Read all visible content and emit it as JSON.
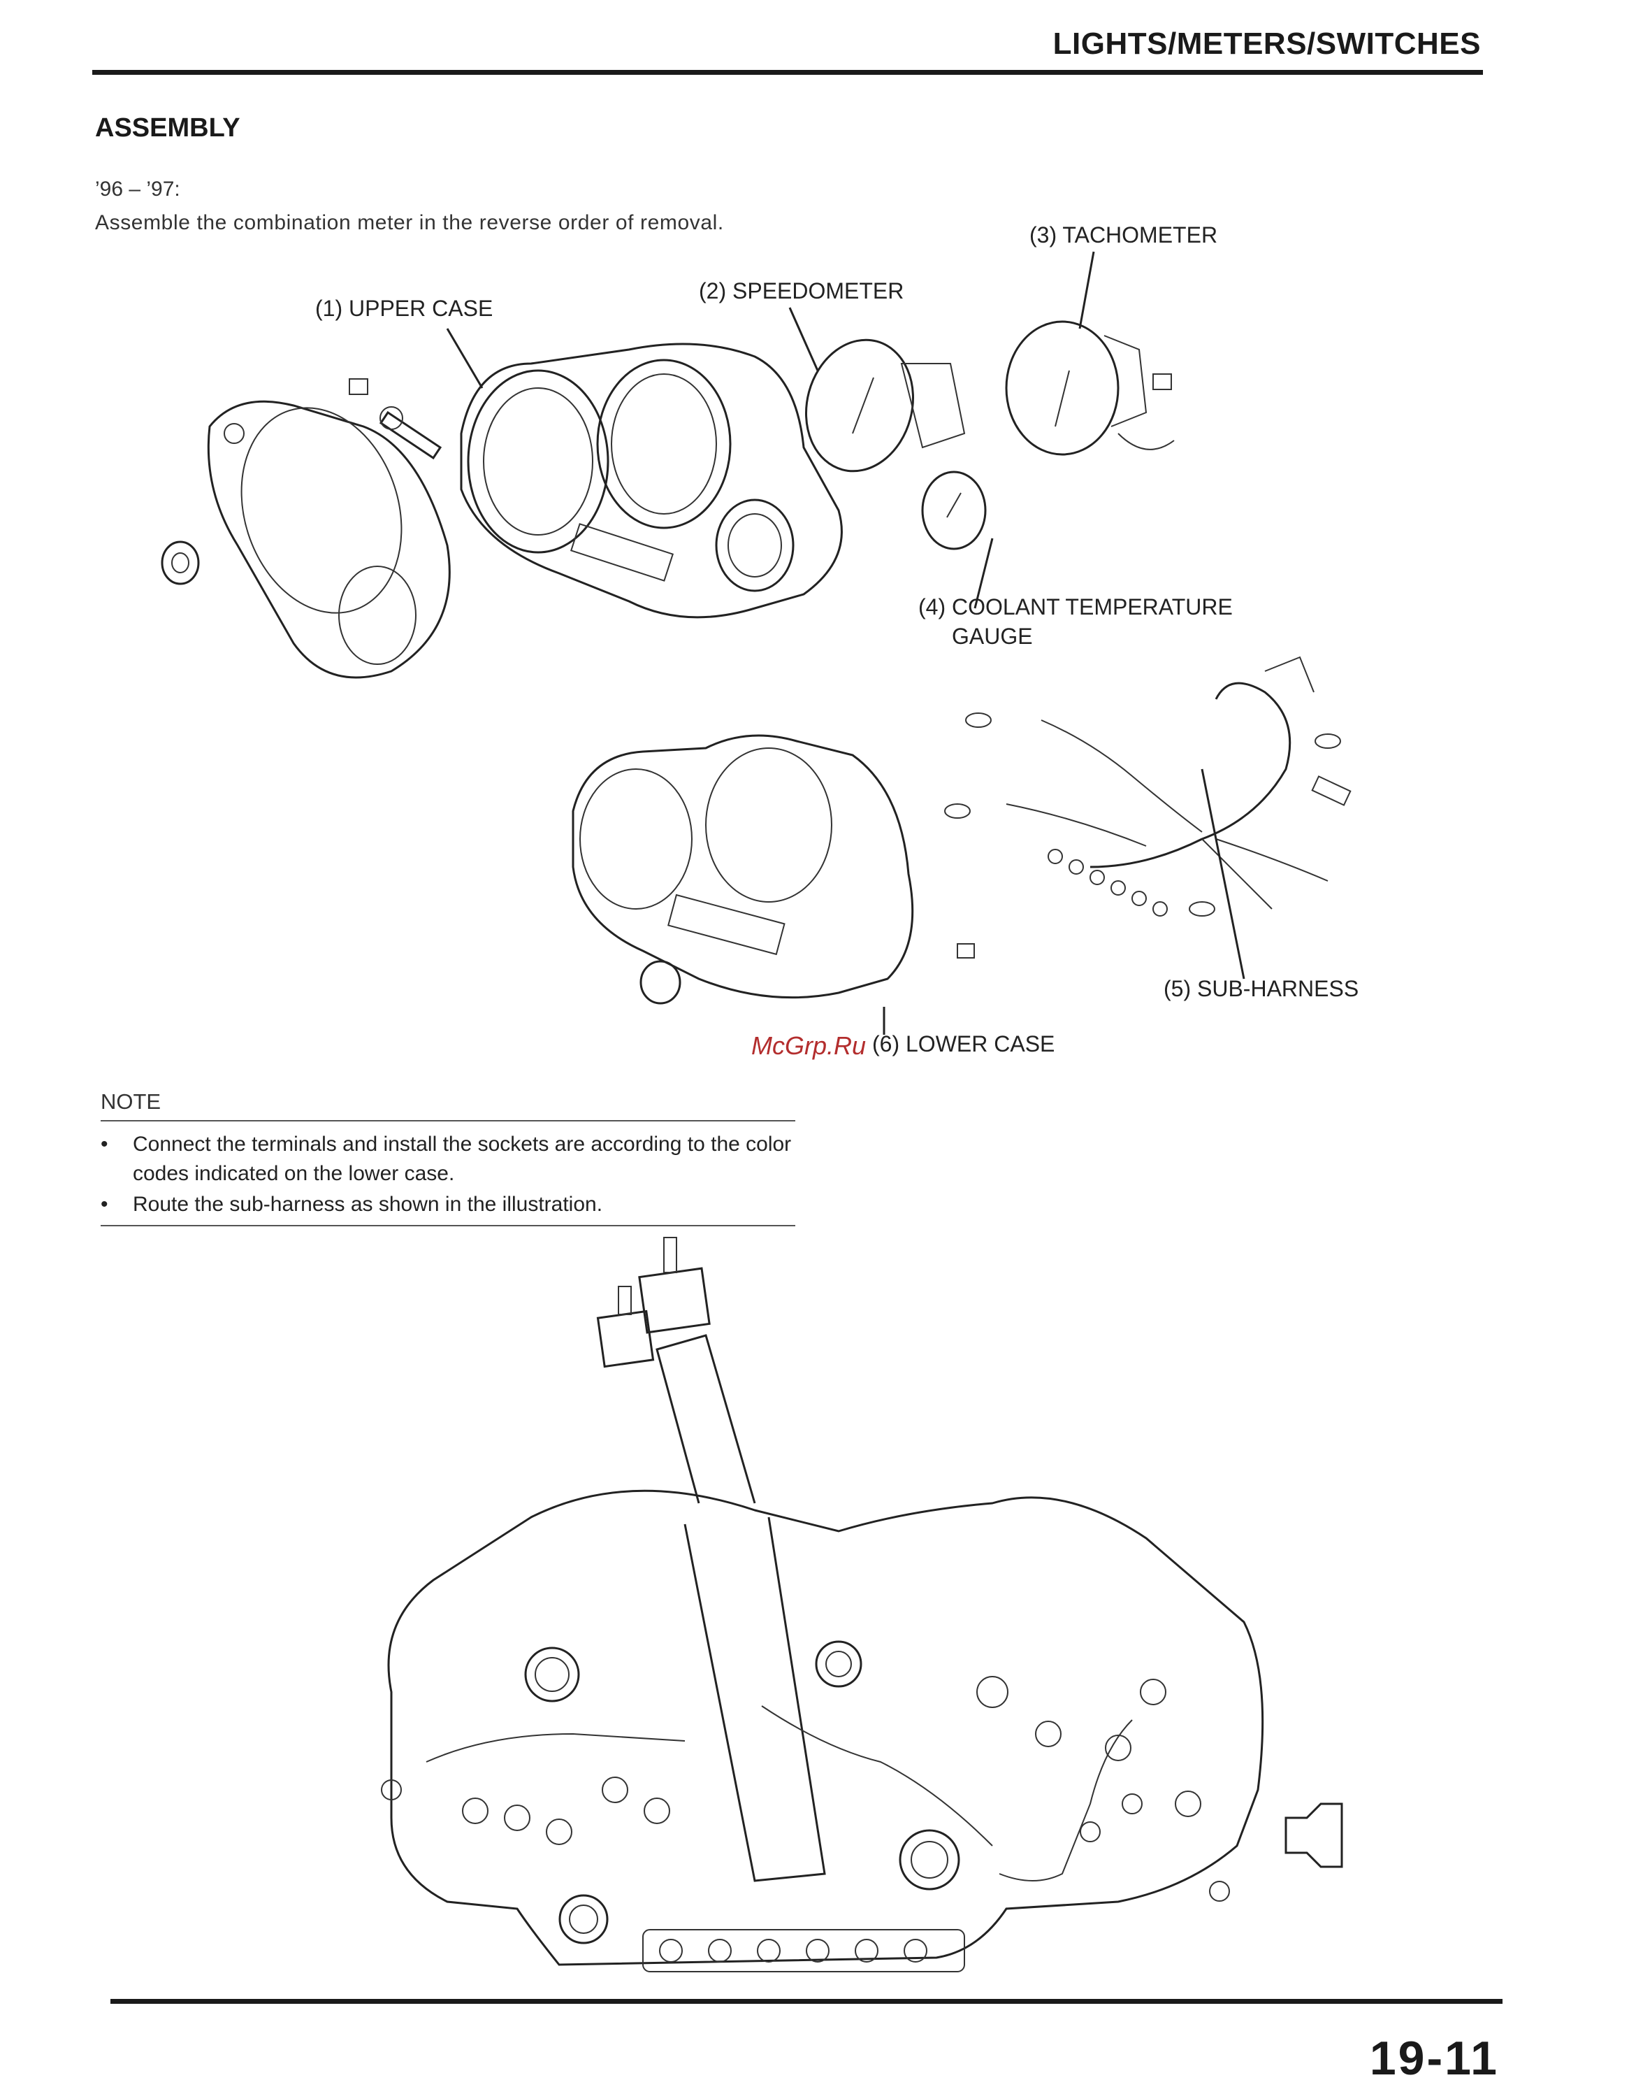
{
  "header": {
    "title": "LIGHTS/METERS/SWITCHES"
  },
  "section": {
    "title": "ASSEMBLY",
    "years": "’96 – ’97:",
    "intro": "Assemble the combination meter in the reverse order of removal."
  },
  "callouts": {
    "upper_case": "(1) UPPER CASE",
    "speedometer": "(2) SPEEDOMETER",
    "tachometer": "(3) TACHOMETER",
    "coolant_line1": "(4) COOLANT TEMPERATURE",
    "coolant_line2": "GAUGE",
    "sub_harness": "(5) SUB-HARNESS",
    "lower_case": "(6) LOWER CASE"
  },
  "note": {
    "title": "NOTE",
    "items": [
      "Connect the terminals and install the sockets are according to the color codes indicated on the lower case.",
      "Route the sub-harness as shown in the illustration."
    ]
  },
  "watermark": "McGrp.Ru",
  "footer": {
    "page_number": "19-11"
  }
}
